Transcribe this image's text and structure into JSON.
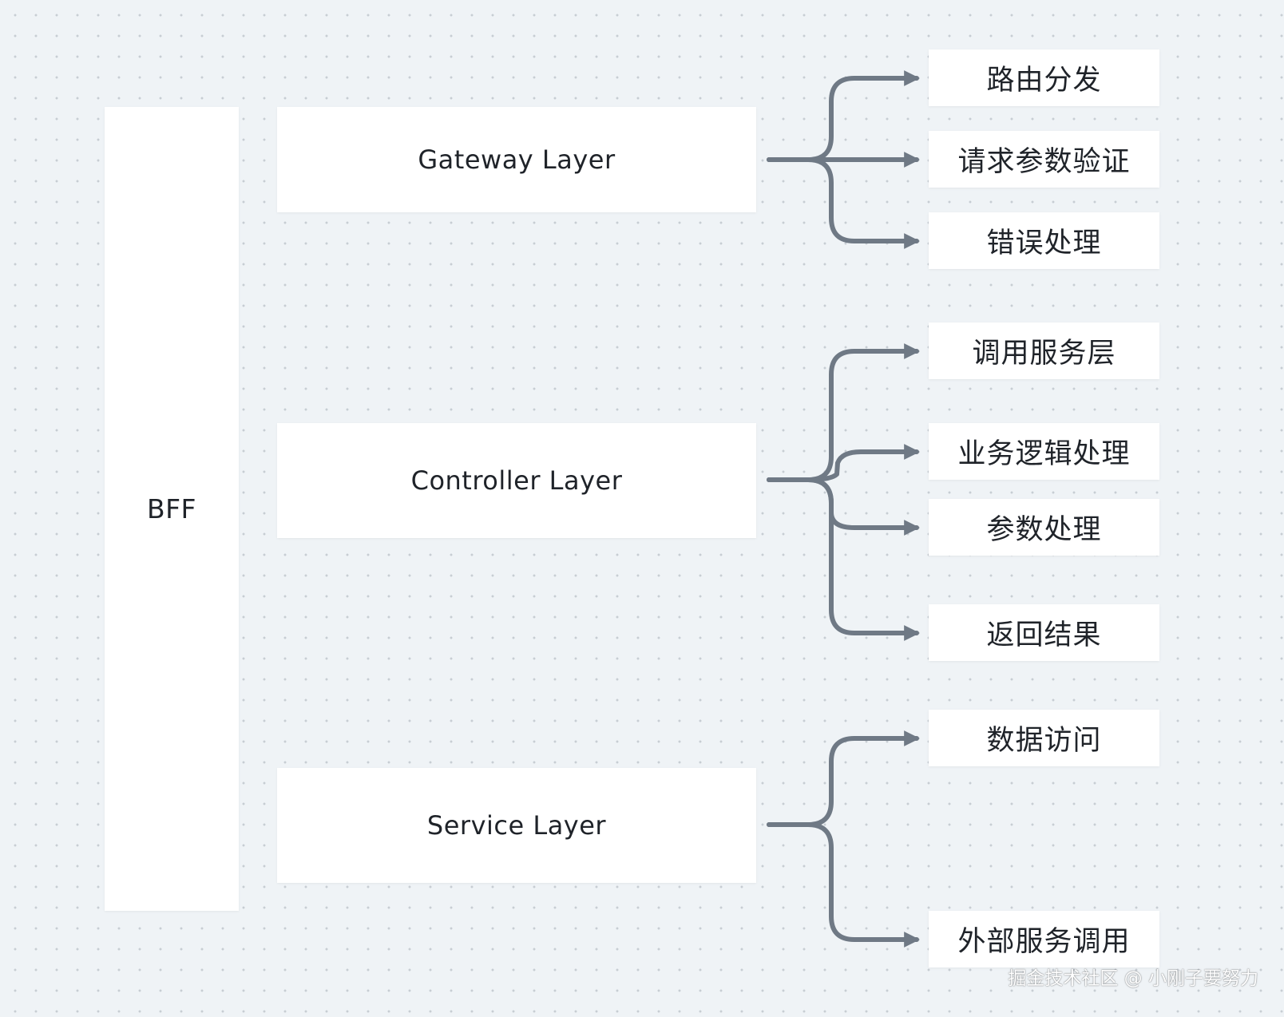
{
  "root": {
    "label": "BFF"
  },
  "layers": [
    {
      "label": "Gateway Layer",
      "items": [
        "路由分发",
        "请求参数验证",
        "错误处理"
      ]
    },
    {
      "label": "Controller Layer",
      "items": [
        "调用服务层",
        "业务逻辑处理",
        "参数处理",
        "返回结果"
      ]
    },
    {
      "label": "Service Layer",
      "items": [
        "数据访问",
        "外部服务调用"
      ]
    }
  ],
  "watermark": "掘金技术社区 @ 小刚子要努力",
  "colors": {
    "background": "#eff3f6",
    "dot": "#c7cdd3",
    "box": "#ffffff",
    "connector": "#6f7985",
    "text": "#1f2329"
  }
}
